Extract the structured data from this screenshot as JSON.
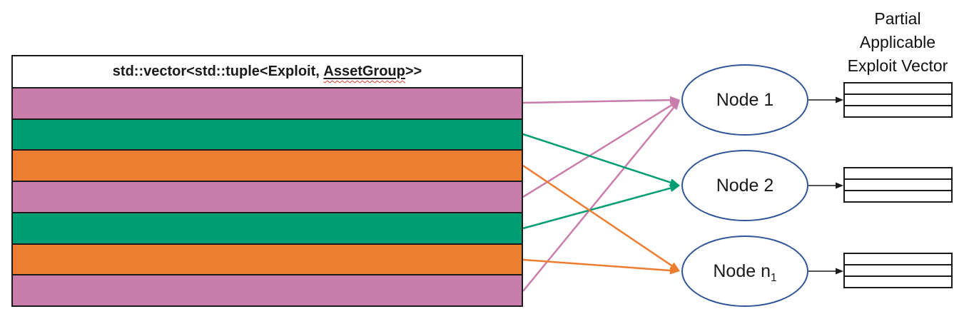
{
  "diagram": {
    "vector_table": {
      "header": {
        "full": "std::vector<std::tuple<Exploit, AssetGroup>>",
        "prefix": "std::vector<std::tuple<Exploit, ",
        "underlined": "AssetGroup",
        "suffix": ">>"
      },
      "rows": [
        {
          "color_name": "pink",
          "color": "#C87DAB"
        },
        {
          "color_name": "green",
          "color": "#009E73"
        },
        {
          "color_name": "orange",
          "color": "#ED7D31"
        },
        {
          "color_name": "pink",
          "color": "#C87DAB"
        },
        {
          "color_name": "green",
          "color": "#009E73"
        },
        {
          "color_name": "orange",
          "color": "#ED7D31"
        },
        {
          "color_name": "pink",
          "color": "#C87DAB"
        }
      ]
    },
    "nodes": [
      {
        "label": "Node 1",
        "label_sub": ""
      },
      {
        "label": "Node 2",
        "label_sub": ""
      },
      {
        "label": "Node n",
        "label_sub": "1"
      }
    ],
    "output_label_lines": [
      "Partial",
      "Applicable",
      "Exploit Vector"
    ],
    "output_tables": [
      {
        "row_count": 3
      },
      {
        "row_count": 3
      },
      {
        "row_count": 3
      }
    ],
    "arrows": [
      {
        "from_row": 0,
        "to_node": 0,
        "color": "#C87DAB"
      },
      {
        "from_row": 3,
        "to_node": 0,
        "color": "#C87DAB"
      },
      {
        "from_row": 6,
        "to_node": 0,
        "color": "#C87DAB"
      },
      {
        "from_row": 1,
        "to_node": 1,
        "color": "#009E73"
      },
      {
        "from_row": 4,
        "to_node": 1,
        "color": "#009E73"
      },
      {
        "from_row": 2,
        "to_node": 2,
        "color": "#ED7D31"
      },
      {
        "from_row": 5,
        "to_node": 2,
        "color": "#ED7D31"
      }
    ],
    "node_output_arrows": [
      {
        "from_node": 0,
        "to_table": 0,
        "color": "#1a1a1a"
      },
      {
        "from_node": 1,
        "to_table": 1,
        "color": "#1a1a1a"
      },
      {
        "from_node": 2,
        "to_table": 2,
        "color": "#1a1a1a"
      }
    ],
    "colors": {
      "row_pink": "#C87DAB",
      "row_green": "#009E73",
      "row_orange": "#ED7D31",
      "node_border": "#2F5597",
      "outline_black": "#1a1a1a",
      "spellcheck_red": "#E03C31"
    }
  }
}
